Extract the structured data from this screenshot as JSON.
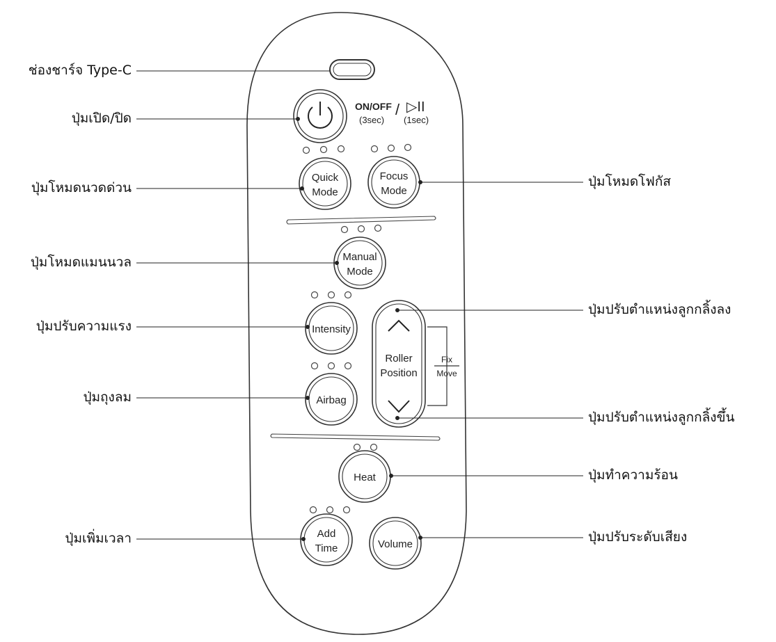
{
  "remote": {
    "power_caption": {
      "onoff": "ON/OFF",
      "playpause": "▷II",
      "onoff_time": "(3sec)",
      "play_time": "(1sec)",
      "slash": "/"
    },
    "buttons": {
      "quick_mode": [
        "Quick",
        "Mode"
      ],
      "focus_mode": [
        "Focus",
        "Mode"
      ],
      "manual_mode": [
        "Manual",
        "Mode"
      ],
      "intensity": [
        "Intensity"
      ],
      "airbag": [
        "Airbag"
      ],
      "roller_position": [
        "Roller",
        "Position"
      ],
      "heat": [
        "Heat"
      ],
      "add_time": [
        "Add",
        "Time"
      ],
      "volume": [
        "Volume"
      ]
    },
    "fix_move": {
      "fix": "Fix",
      "move": "Move"
    }
  },
  "labels": {
    "left": {
      "charging_port": "ช่องชาร์จ Type-C",
      "power": "ปุ่มเปิด/ปิด",
      "quick_mode": "ปุ่มโหมดนวดด่วน",
      "manual_mode": "ปุ่มโหมดแมนนวล",
      "intensity": "ปุ่มปรับความแรง",
      "airbag": "ปุ่มถุงลม",
      "add_time": "ปุ่มเพิ่มเวลา"
    },
    "right": {
      "focus_mode": "ปุ่มโหมดโฟกัส",
      "roller_down": "ปุ่มปรับตำแหน่งลูกกลิ้งลง",
      "roller_up": "ปุ่มปรับตำแหน่งลูกกลิ้งขึ้น",
      "heat": "ปุ่มทำความร้อน",
      "volume": "ปุ่มปรับระดับเสียง"
    }
  }
}
